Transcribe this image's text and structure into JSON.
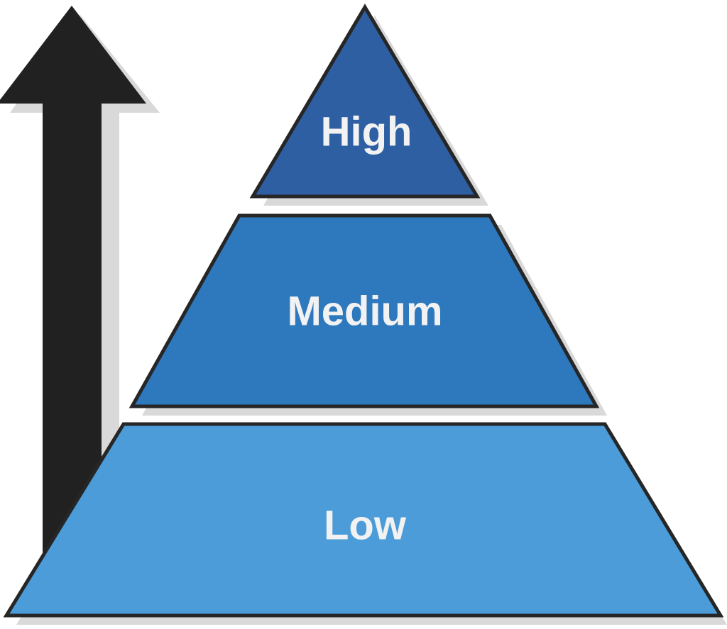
{
  "diagram": {
    "type": "pyramid",
    "title": "Three-level pyramid with upward arrow",
    "background_color": "#ffffff",
    "tiers": [
      {
        "id": "high",
        "label": "High",
        "level": 3,
        "rank": "top",
        "fill_color": "#2E5FA3",
        "outline_color": "#262626",
        "text_color": "#F2F2F2"
      },
      {
        "id": "medium",
        "label": "Medium",
        "level": 2,
        "rank": "middle",
        "fill_color": "#2E79BD",
        "outline_color": "#262626",
        "text_color": "#F2F2F2"
      },
      {
        "id": "low",
        "label": "Low",
        "level": 1,
        "rank": "bottom",
        "fill_color": "#4B9CD8",
        "outline_color": "#262626",
        "text_color": "#F2F2F2"
      }
    ],
    "arrow": {
      "id": "up-arrow",
      "direction": "up",
      "fill_color": "#212121",
      "shadow_color": "#D9D9D9"
    },
    "shadow_color": "#D9D9D9"
  }
}
